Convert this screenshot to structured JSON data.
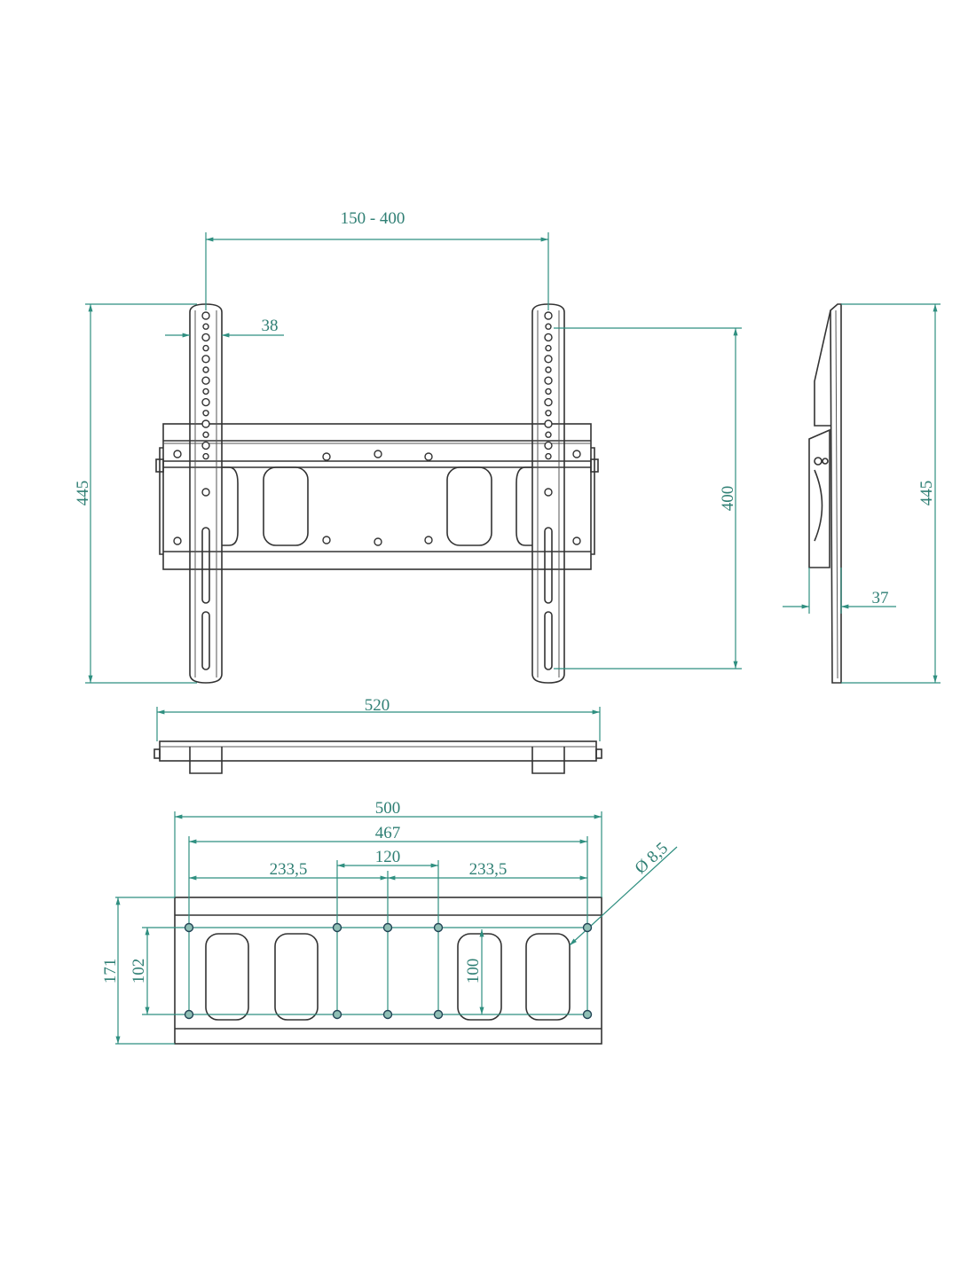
{
  "colors": {
    "dimension": "#2f8f80",
    "part": "#333333"
  },
  "front_view": {
    "dim_vesa_range": "150 - 400",
    "dim_arm_width": "38",
    "dim_height": "445",
    "dim_hole_span": "400"
  },
  "side_view": {
    "dim_height": "445",
    "dim_depth": "37"
  },
  "top_view": {
    "dim_width": "520"
  },
  "plate_view": {
    "dim_total": "500",
    "dim_hole_outer": "467",
    "dim_center": "120",
    "dim_half_left": "233,5",
    "dim_half_right": "233,5",
    "dim_height": "171",
    "dim_hole_height": "102",
    "dim_inner_height": "100",
    "dim_hole_diameter": "Ø 8,5"
  }
}
